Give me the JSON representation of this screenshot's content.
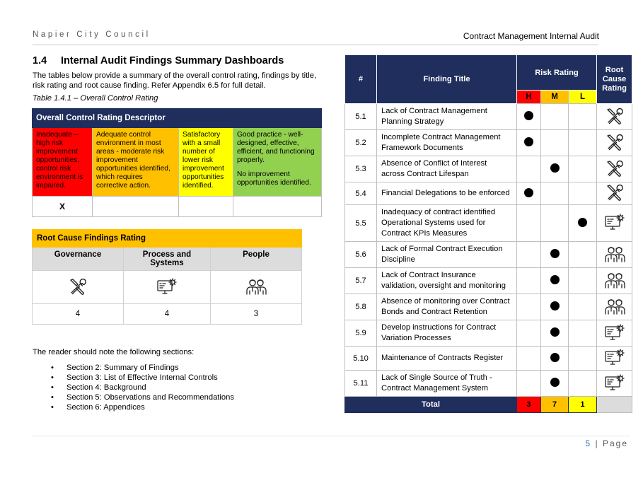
{
  "header": {
    "org": "Napier City Council",
    "doc_title": "Contract Management Internal Audit"
  },
  "section": {
    "number": "1.4",
    "title": "Internal Audit Findings Summary Dashboards",
    "intro": "The tables below provide a summary of the overall control rating, findings by title, risk rating and root cause finding. Refer Appendix 6.5 for full detail.",
    "caption": "Table 1.4.1 – Overall Control Rating"
  },
  "control_table": {
    "title": "Overall Control Rating Descriptor",
    "descriptors": [
      {
        "text": "Inadequate – high risk improvement opportunities, control risk environment is impaired.",
        "color": "#ff0000"
      },
      {
        "text": "Adequate control environment in most areas - moderate risk improvement opportunities identified, which requires corrective action.",
        "color": "#ffc000"
      },
      {
        "text": "Satisfactory with a small number of lower risk improvement opportunities identified.",
        "color": "#ffff00"
      },
      {
        "text": "Good practice - well-designed, effective, efficient, and functioning properly.",
        "text2": "No improvement opportunities identified.",
        "color": "#92d050"
      }
    ],
    "mark": "X"
  },
  "root_cause": {
    "title": "Root Cause Findings Rating",
    "columns": [
      {
        "label": "Governance",
        "icon": "tools-icon",
        "count": "4"
      },
      {
        "label": "Process and Systems",
        "icon": "monitor-gear-icon",
        "count": "4"
      },
      {
        "label": "People",
        "icon": "people-icon",
        "count": "3"
      }
    ]
  },
  "notes": {
    "lead": "The reader should note the following sections:",
    "items": [
      "Section 2: Summary of Findings",
      "Section 3: List of Effective Internal Controls",
      "Section 4: Background",
      "Section 5: Observations and Recommendations",
      "Section 6: Appendices"
    ]
  },
  "findings_table": {
    "headers": {
      "num": "#",
      "title": "Finding Title",
      "risk": "Risk Rating",
      "root": "Root Cause Rating",
      "h": "H",
      "m": "M",
      "l": "L"
    },
    "rows": [
      {
        "num": "5.1",
        "title": "Lack of Contract Management Planning Strategy",
        "risk": "H",
        "icon": "tools-icon"
      },
      {
        "num": "5.2",
        "title": "Incomplete Contract Management Framework Documents",
        "risk": "H",
        "icon": "tools-icon"
      },
      {
        "num": "5.3",
        "title": "Absence of Conflict of Interest across Contract Lifespan",
        "risk": "M",
        "icon": "tools-icon"
      },
      {
        "num": "5.4",
        "title": "Financial Delegations to be enforced",
        "risk": "H",
        "icon": "tools-icon"
      },
      {
        "num": "5.5",
        "title": "Inadequacy of contract identified Operational Systems used for Contract KPIs Measures",
        "risk": "L",
        "icon": "monitor-gear-icon"
      },
      {
        "num": "5.6",
        "title": "Lack of Formal Contract Execution Discipline",
        "risk": "M",
        "icon": "people-icon"
      },
      {
        "num": "5.7",
        "title": "Lack of Contract Insurance validation, oversight and monitoring",
        "risk": "M",
        "icon": "people-icon"
      },
      {
        "num": "5.8",
        "title": "Absence of monitoring over Contract Bonds and Contract Retention",
        "risk": "M",
        "icon": "people-icon"
      },
      {
        "num": "5.9",
        "title": "Develop instructions for Contract Variation Processes",
        "risk": "M",
        "icon": "monitor-gear-icon"
      },
      {
        "num": "5.10",
        "title": "Maintenance of Contracts Register",
        "risk": "M",
        "icon": "monitor-gear-icon"
      },
      {
        "num": "5.11",
        "title": "Lack of Single Source of Truth - Contract Management System",
        "risk": "M",
        "icon": "monitor-gear-icon"
      }
    ],
    "total": {
      "label": "Total",
      "h": "3",
      "m": "7",
      "l": "1"
    }
  },
  "footer": {
    "page_number": "5",
    "page_label": "| Page"
  }
}
